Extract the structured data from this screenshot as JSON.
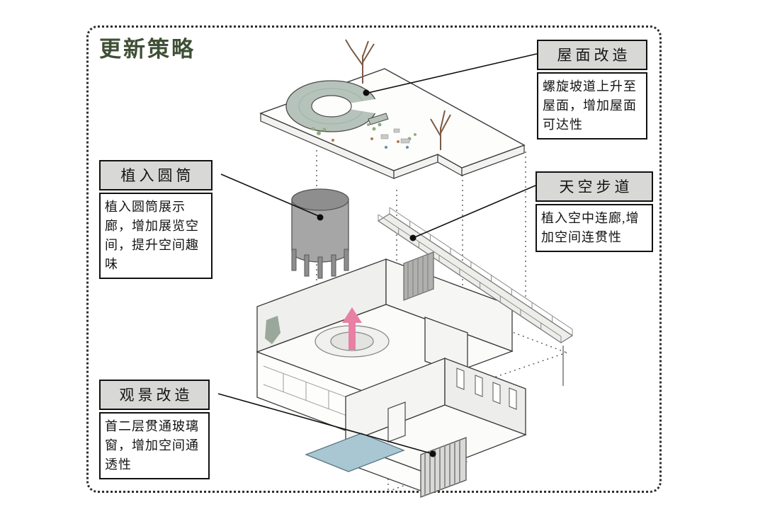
{
  "page": {
    "title": "更新策略"
  },
  "callouts": {
    "roof": {
      "label": "屋面改造",
      "desc": "螺旋坡道上升至屋面，增加屋面可达性"
    },
    "cylinder": {
      "label": "植入圆筒",
      "desc": "植入圆筒展示廊，增加展览空间，提升空间趣味"
    },
    "skywalk": {
      "label": "天空步道",
      "desc": "植入空中连廊,增加空间连贯性"
    },
    "viewing": {
      "label": "观景改造",
      "desc": "首二层贯通玻璃窗，增加空间通透性"
    }
  },
  "colors": {
    "title_green": "#3e4f35",
    "callout_title_bg": "#d8d8d6",
    "ramp_sage": "#b6c3bb",
    "cylinder_gray": "#a6a6a6",
    "pool_blue": "#a9c6d3",
    "arrow_pink": "#e87fa5",
    "line_black": "#111111"
  }
}
